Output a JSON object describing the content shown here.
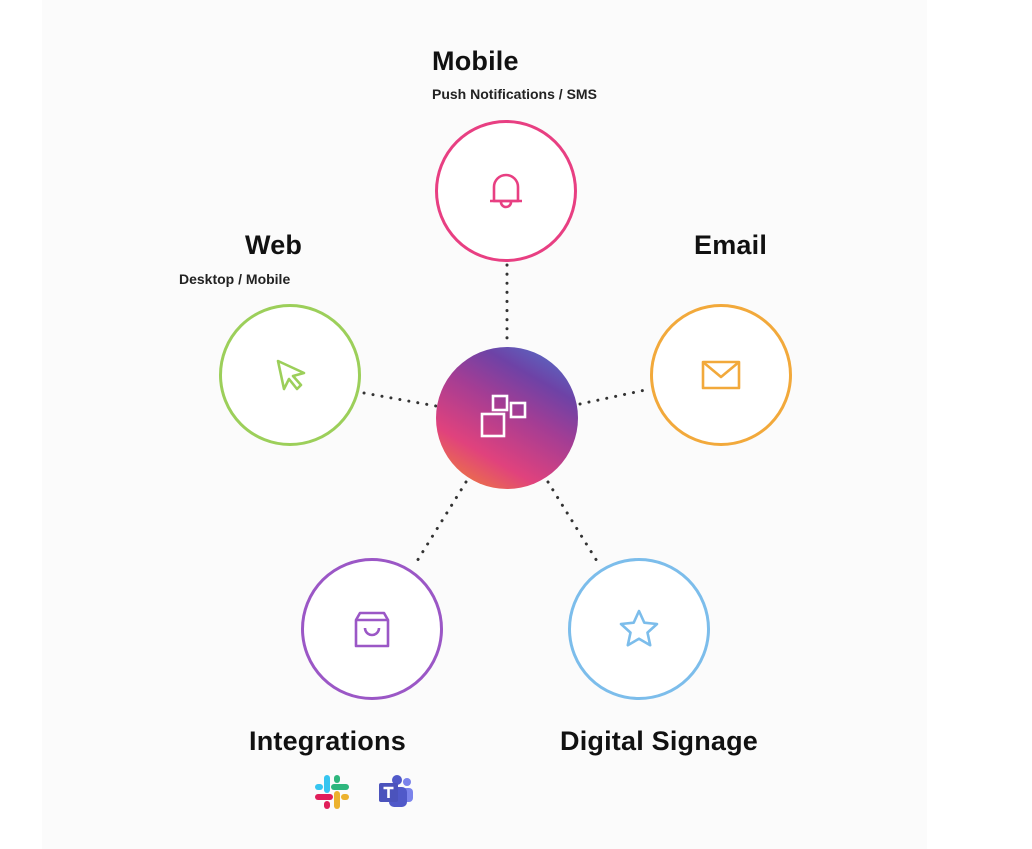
{
  "diagram": {
    "hub": {
      "icon": "app-blocks-icon"
    },
    "channels": [
      {
        "id": "mobile",
        "title": "Mobile",
        "subtitle": "Push Notifications / SMS",
        "icon": "bell-icon",
        "color": "#e83f82"
      },
      {
        "id": "web",
        "title": "Web",
        "subtitle": "Desktop / Mobile",
        "icon": "cursor-icon",
        "color": "#9ccf5a"
      },
      {
        "id": "email",
        "title": "Email",
        "icon": "envelope-icon",
        "color": "#f2a93b"
      },
      {
        "id": "integrations",
        "title": "Integrations",
        "icon": "shopping-bag-icon",
        "color": "#9b57c6"
      },
      {
        "id": "signage",
        "title": "Digital Signage",
        "icon": "star-icon",
        "color": "#7cbdeb"
      }
    ],
    "integration_logos": [
      "slack-logo",
      "microsoft-teams-logo"
    ]
  }
}
